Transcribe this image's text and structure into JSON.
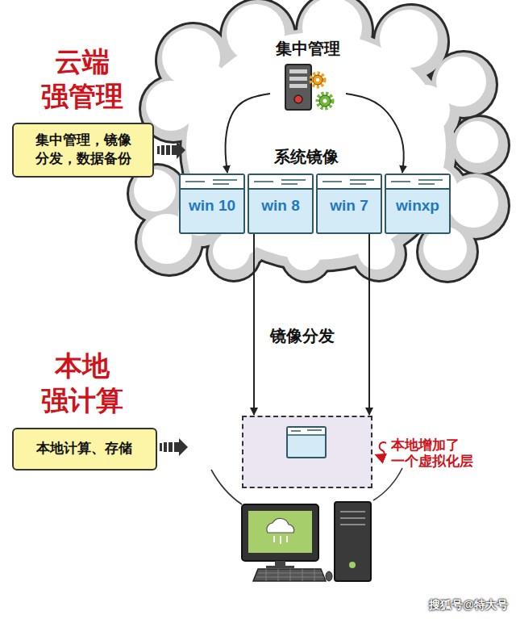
{
  "diagram": {
    "nodes": [
      {
        "text": [
          "系统镜像"
        ]
      },
      {
        "text": [
          "集中管理"
        ],
        "in": 0
      },
      {
        "text": [
          "win 10"
        ],
        "in": 0
      },
      {
        "text": [
          "win 8"
        ],
        "in": 0
      },
      {
        "text": [
          "win 7"
        ],
        "in": 0
      },
      {
        "text": [
          "winxp"
        ],
        "in": 0
      },
      {
        "text": [
          "集中管理，镜像 分发，数据备份"
        ]
      },
      {
        "text": [
          "本地计算、存储"
        ]
      },
      {
        "text": [
          "本地增加了 一个虚拟化层"
        ]
      }
    ],
    "edges": [
      {
        "from": 1,
        "to": 2,
        "arrow": "to"
      },
      {
        "from": 1,
        "to": 5,
        "arrow": "to"
      },
      {
        "from": 3,
        "to": 8,
        "arrow": "to"
      },
      {
        "from": 4,
        "to": 8,
        "arrow": "to"
      }
    ],
    "labels": [
      "云端 强管理",
      "本地 强计算",
      "镜像分发",
      "搜狐号@特大号"
    ]
  }
}
